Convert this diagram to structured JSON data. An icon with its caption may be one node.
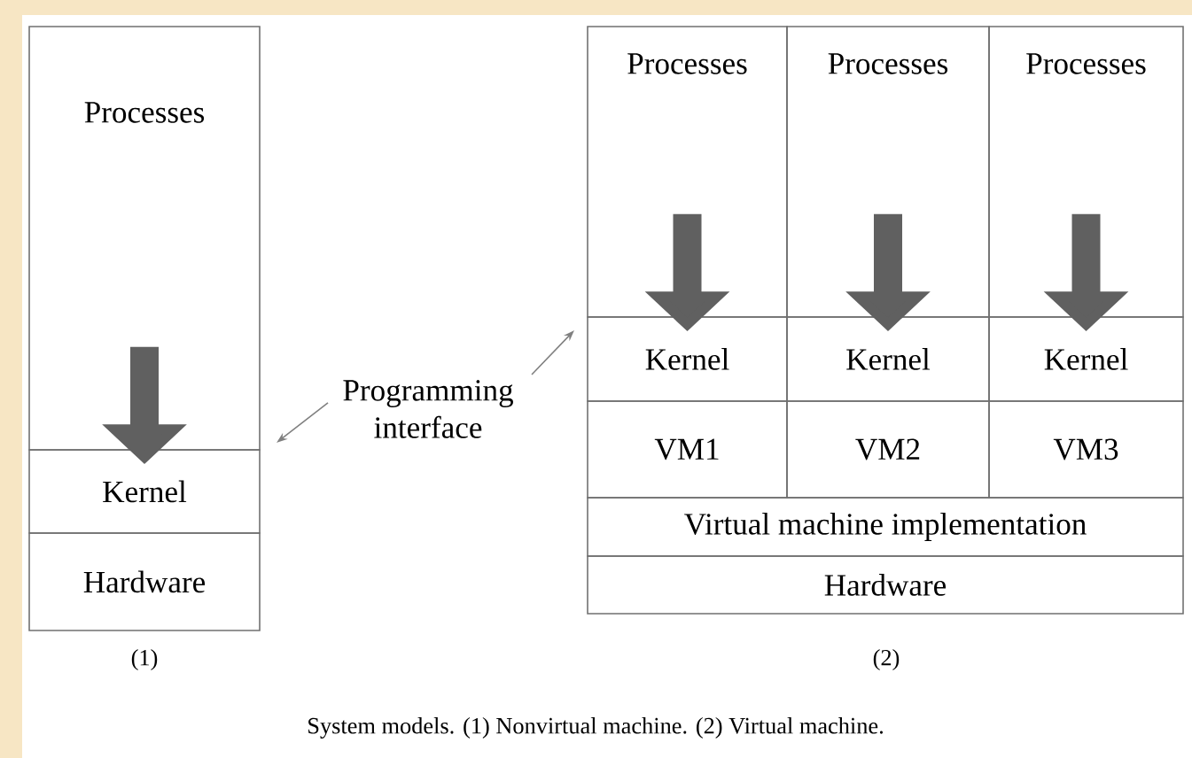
{
  "diagram": {
    "caption": "System models. (1) Nonvirtual machine. (2) Virtual machine.",
    "nodes": [
      {
        "text": [
          "Processes"
        ]
      },
      {
        "text": [
          "Kernel"
        ]
      },
      {
        "text": [
          "Hardware"
        ]
      },
      {
        "text": [
          "Programming interface"
        ]
      },
      {
        "text": [
          "Processes"
        ]
      },
      {
        "text": [
          "Processes"
        ]
      },
      {
        "text": [
          "Processes"
        ]
      },
      {
        "text": [
          "Kernel"
        ]
      },
      {
        "text": [
          "Kernel"
        ]
      },
      {
        "text": [
          "Kernel"
        ]
      },
      {
        "text": [
          "VM1"
        ]
      },
      {
        "text": [
          "VM2"
        ]
      },
      {
        "text": [
          "VM3"
        ]
      },
      {
        "text": [
          "Virtual machine implementation"
        ]
      },
      {
        "text": [
          "Hardware"
        ]
      }
    ],
    "edges": [
      {
        "from": 0,
        "to": 1,
        "arrow": "to"
      },
      {
        "from": 4,
        "to": 7,
        "arrow": "to"
      },
      {
        "from": 5,
        "to": 8,
        "arrow": "to"
      },
      {
        "from": 6,
        "to": 9,
        "arrow": "to"
      },
      {
        "from": 3,
        "to": null,
        "arrow": "to"
      },
      {
        "from": 3,
        "to": null,
        "arrow": "to"
      }
    ],
    "labels": [
      "(1)",
      "(2)"
    ]
  }
}
